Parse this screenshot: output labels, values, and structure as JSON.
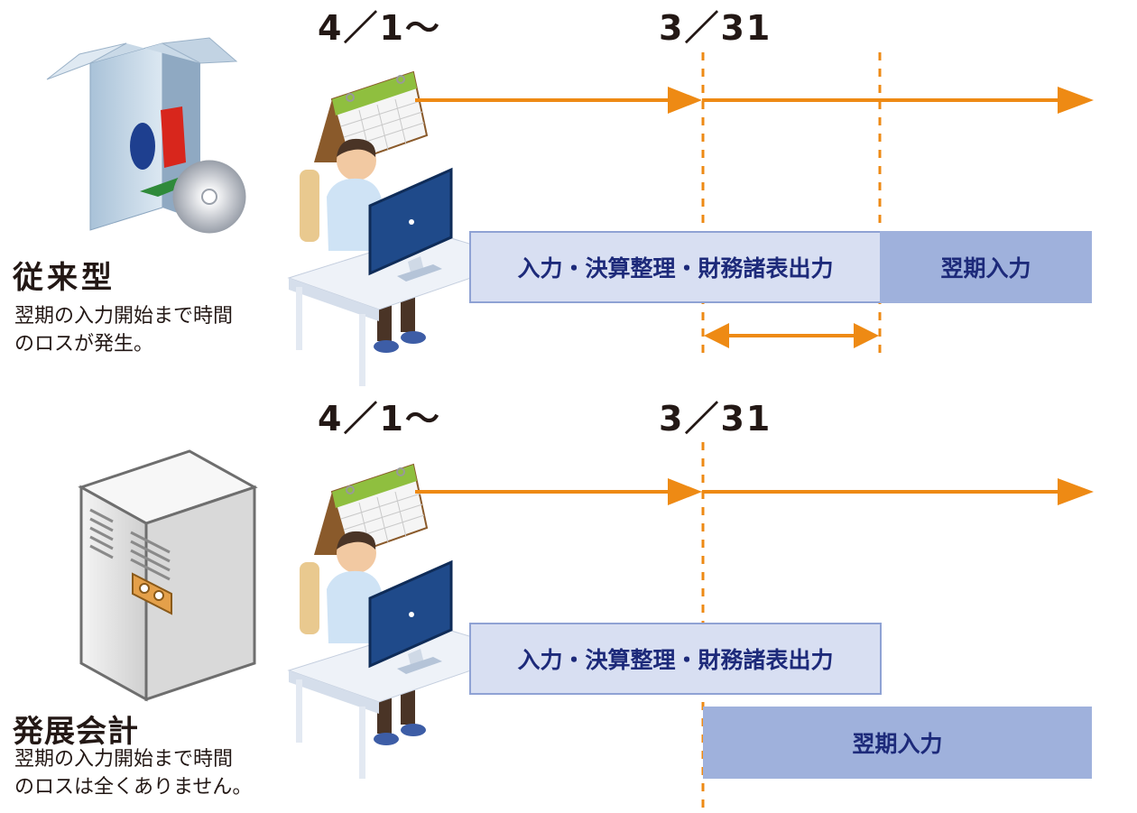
{
  "colors": {
    "arrow": "#ee8a14",
    "bar_light": "#d8dff2",
    "bar_dark": "#9fb1dc",
    "bar_text": "#1d2a7a"
  },
  "icons": [
    "software-box-icon",
    "server-icon",
    "calendar-icon",
    "person-at-computer-icon"
  ],
  "traditional": {
    "date_start": "4／1～",
    "date_end": "3／31",
    "title": "従来型",
    "desc_line1": "翌期の入力開始まで時間",
    "desc_line2": "のロスが発生。",
    "bar_closing": "入力・決算整理・財務諸表出力",
    "bar_next": "翌期入力"
  },
  "hatten": {
    "date_start": "4／1～",
    "date_end": "3／31",
    "title": "発展会計",
    "desc_line1": "翌期の入力開始まで時間",
    "desc_line2": "のロスは全くありません。",
    "bar_closing": "入力・決算整理・財務諸表出力",
    "bar_next": "翌期入力"
  }
}
